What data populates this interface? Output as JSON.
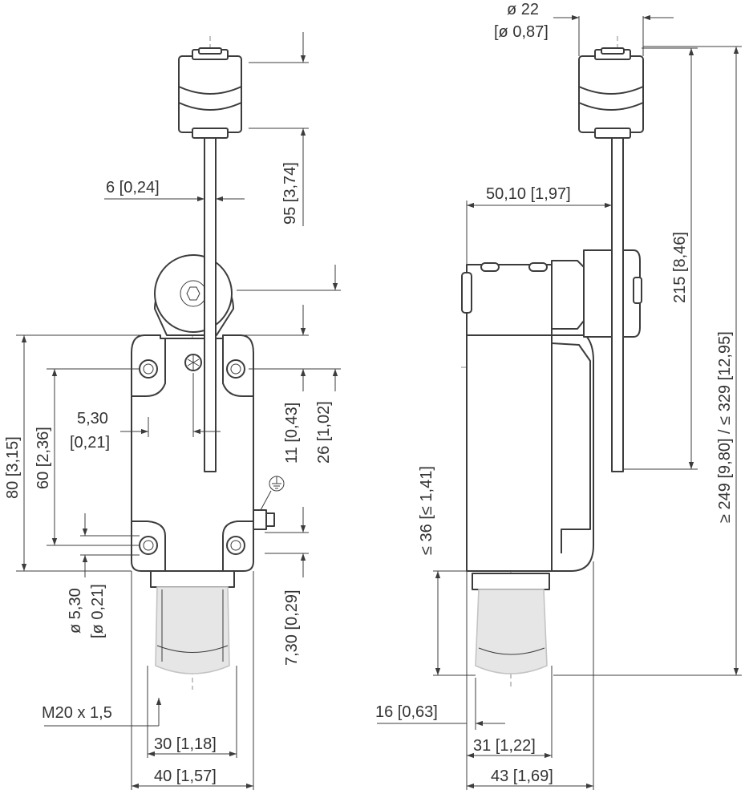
{
  "drawing": {
    "labels": {
      "dia_22": "ø 22",
      "dia_22_in": "[ø 0,87]",
      "d_95": "95 [3,74]",
      "d_6": "6 [0,24]",
      "d_50_10": "50,10 [1,97]",
      "d_215": "215 [8,46]",
      "d_249_329": "≥ 249 [9,80] / ≤ 329 [12,95]",
      "d_11": "11 [0,43]",
      "d_26": "26 [1,02]",
      "d_5_30": "5,30",
      "d_5_30_in": "[0,21]",
      "d_80": "80 [3,15]",
      "d_60": "60 [2,36]",
      "d_hole": "ø 5,30",
      "d_hole_in": "[ø 0,21]",
      "d_7_30": "7,30 [0,29]",
      "d_36": "≤ 36 [≤ 1,41]",
      "thread": "M20 x 1,5",
      "d_16": "16 [0,63]",
      "d_30": "30 [1,18]",
      "d_40": "40 [1,57]",
      "d_31": "31 [1,22]",
      "d_43": "43 [1,69]"
    },
    "ground_symbol": "earth-ground",
    "colors": {
      "line": "#3c3c3c",
      "ghost_fill": "#e6e6e6",
      "center_line": "#8a8a8a"
    }
  }
}
